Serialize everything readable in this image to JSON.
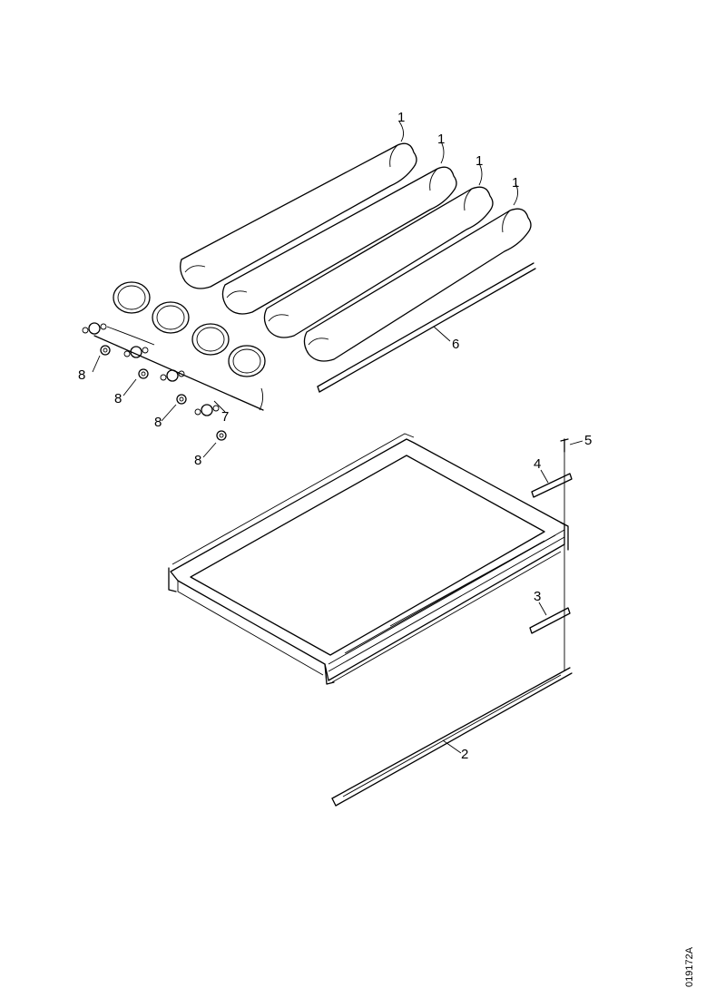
{
  "diagram": {
    "callouts": [
      {
        "id": "c1a",
        "label": "1"
      },
      {
        "id": "c1b",
        "label": "1"
      },
      {
        "id": "c1c",
        "label": "1"
      },
      {
        "id": "c1d",
        "label": "1"
      },
      {
        "id": "c2",
        "label": "2"
      },
      {
        "id": "c3",
        "label": "3"
      },
      {
        "id": "c4",
        "label": "4"
      },
      {
        "id": "c5",
        "label": "5"
      },
      {
        "id": "c6",
        "label": "6"
      },
      {
        "id": "c7",
        "label": "7"
      },
      {
        "id": "c8a",
        "label": "8"
      },
      {
        "id": "c8b",
        "label": "8"
      },
      {
        "id": "c8c",
        "label": "8"
      },
      {
        "id": "c8d",
        "label": "8"
      }
    ],
    "drawing_code": "019172A"
  }
}
